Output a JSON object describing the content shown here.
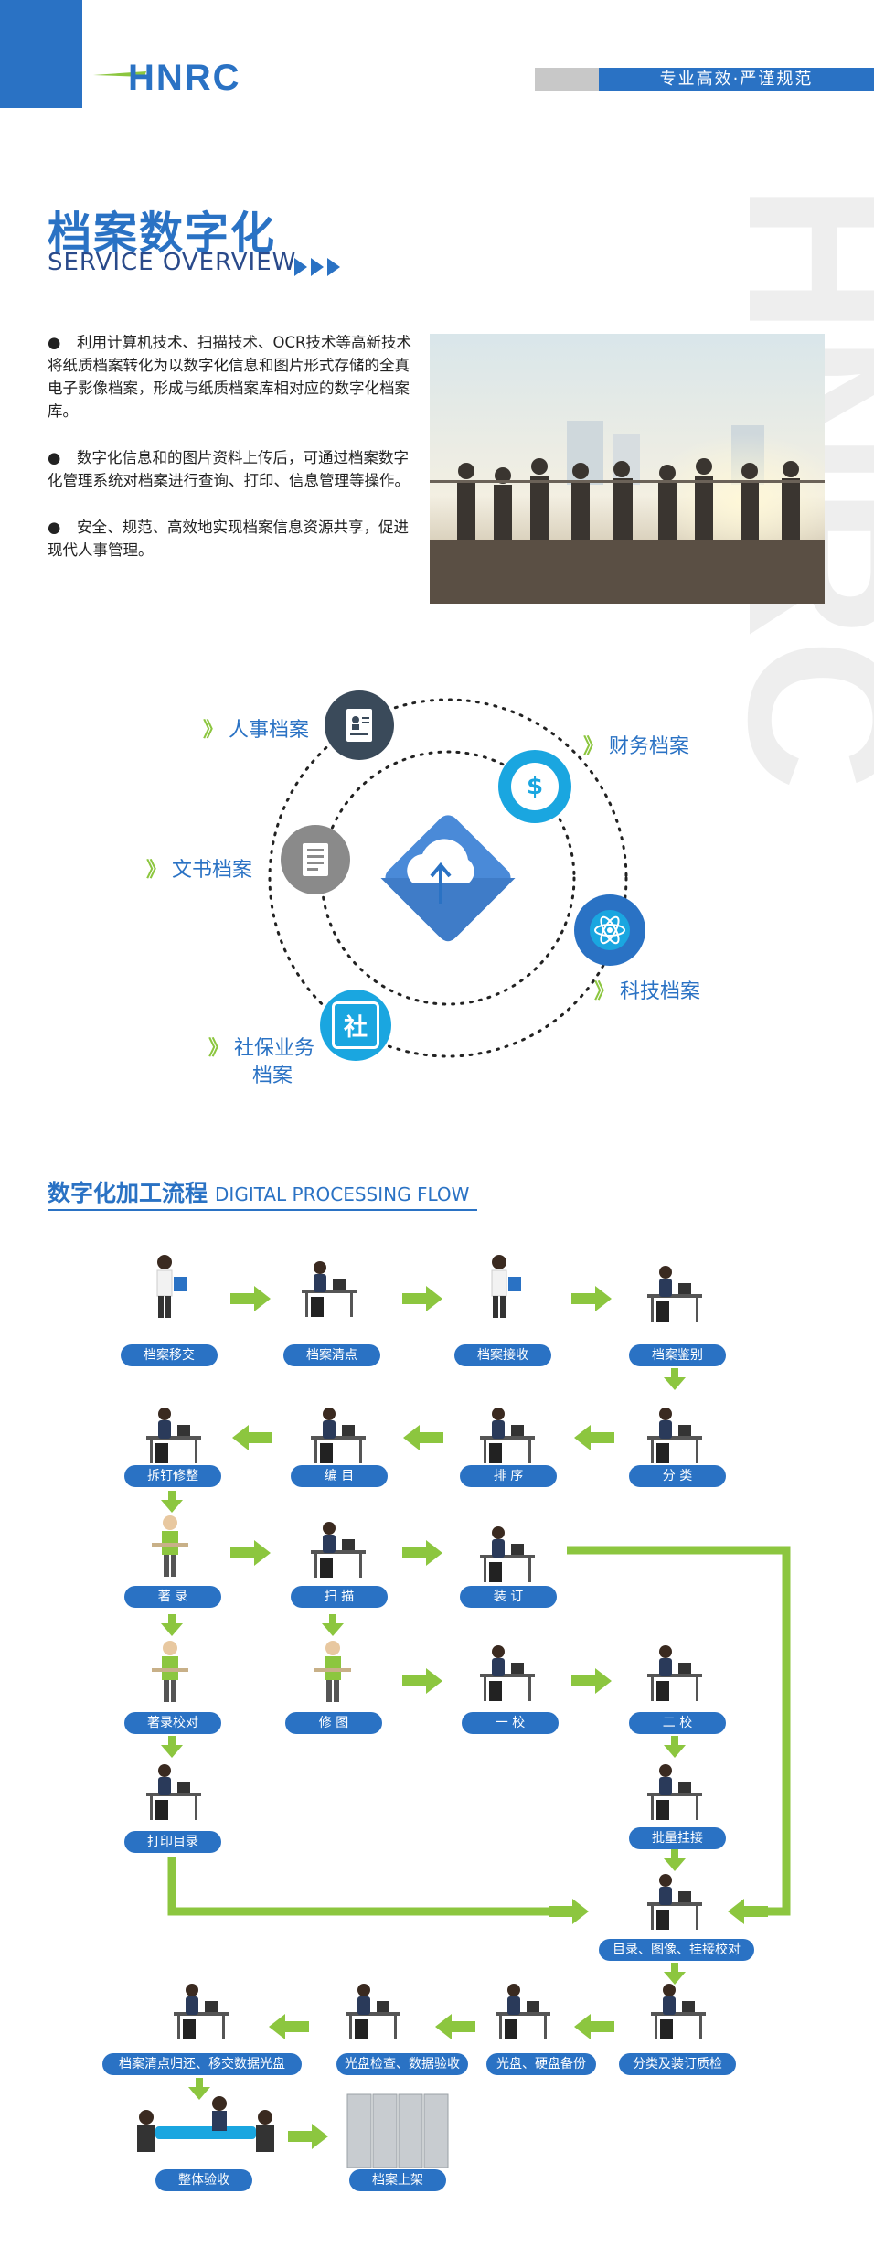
{
  "header": {
    "logo_text": "HNRC",
    "tagline": "专业高效·严谨规范",
    "watermark": "HNRC"
  },
  "overview": {
    "title_cn": "档案数字化",
    "title_en": "SERVICE OVERVIEW",
    "bullet": "●",
    "paragraphs": [
      "利用计算机技术、扫描技术、OCR技术等高新技术将纸质档案转化为以数字化信息和图片形式存储的全真电子影像档案，形成与纸质档案库相对应的数字化档案库。",
      "数字化信息和的图片资料上传后，可通过档案数字化管理系统对档案进行查询、打印、信息管理等操作。",
      "安全、规范、高效地实现档案信息资源共享，促进现代人事管理。"
    ]
  },
  "categories": {
    "personnel": "人事档案",
    "finance": "财务档案",
    "document": "文书档案",
    "tech": "科技档案",
    "social1": "社保业务",
    "social2": "档案",
    "social_icon": "社",
    "finance_icon": "$",
    "chevron": "》"
  },
  "flow": {
    "title_cn": "数字化加工流程",
    "title_en": "DIGITAL PROCESSING FLOW",
    "steps": {
      "s1": "档案移交",
      "s2": "档案清点",
      "s3": "档案接收",
      "s4": "档案鉴别",
      "s5": "分  类",
      "s6": "排  序",
      "s7": "编  目",
      "s8": "拆钉修整",
      "s9": "著  录",
      "s10": "扫  描",
      "s11": "装  订",
      "s12": "著录校对",
      "s13": "修  图",
      "s14": "一  校",
      "s15": "二  校",
      "s16": "打印目录",
      "s17": "批量挂接",
      "s18": "目录、图像、挂接校对",
      "s19": "分类及装订质检",
      "s20": "光盘、硬盘备份",
      "s21": "光盘检查、数据验收",
      "s22": "档案清点归还、移交数据光盘",
      "s23": "整体验收",
      "s24": "档案上架"
    }
  },
  "colors": {
    "blue": "#2a72c4",
    "green": "#8cc63f",
    "dark": "#3a4a5a"
  }
}
